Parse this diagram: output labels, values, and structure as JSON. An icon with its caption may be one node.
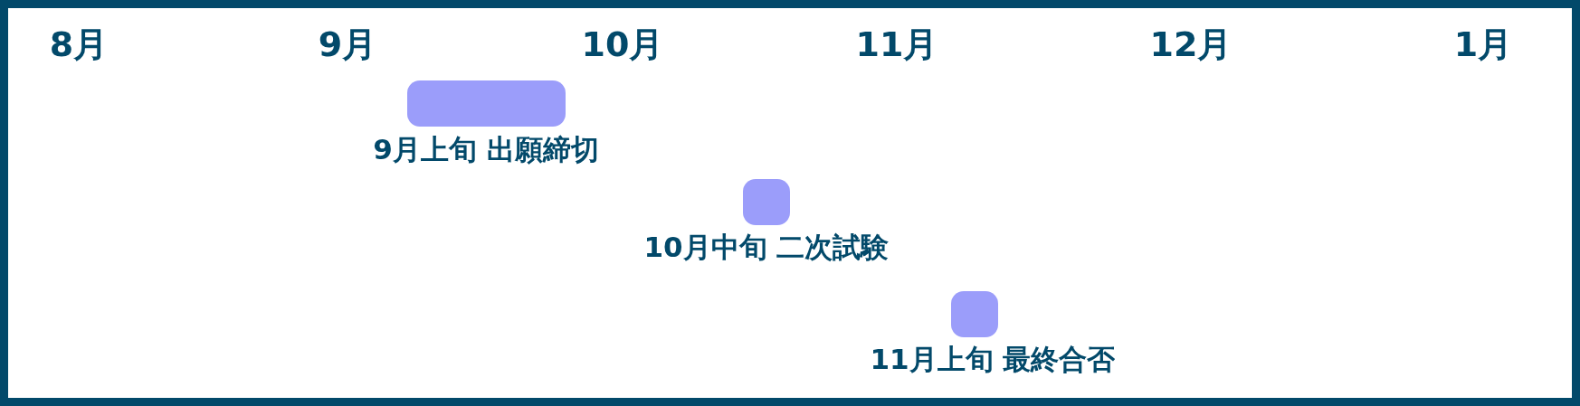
{
  "diagram": {
    "nodes": [
      {
        "text": [
          "9月上旬 出願締切"
        ]
      },
      {
        "text": [
          "10月中旬 二次試験"
        ]
      },
      {
        "text": [
          "11月上旬 最終合否"
        ]
      }
    ],
    "labels": [
      "8月",
      "9月",
      "10月",
      "11月",
      "12月",
      "1月"
    ]
  }
}
